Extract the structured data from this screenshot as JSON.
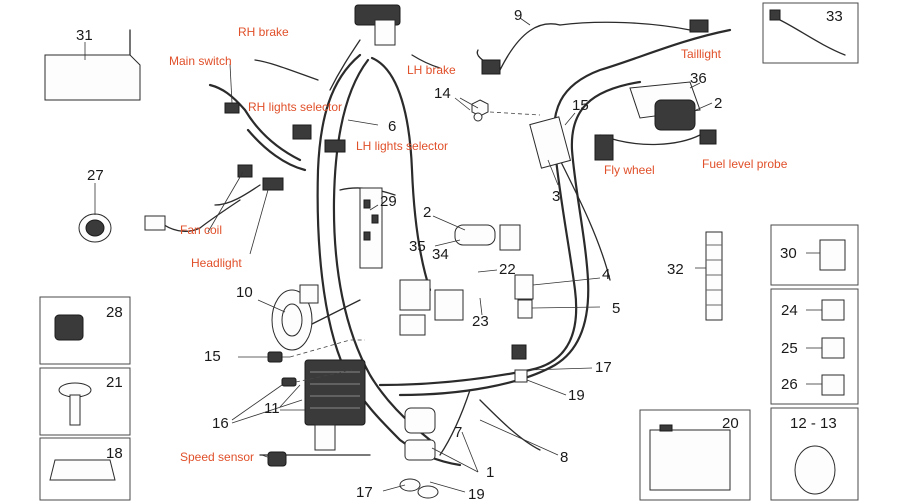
{
  "callouts": {
    "n1": "1",
    "n2a": "2",
    "n2b": "2",
    "n3": "3",
    "n4": "4",
    "n5": "5",
    "n6": "6",
    "n7": "7",
    "n8": "8",
    "n9": "9",
    "n10": "10",
    "n11": "11",
    "n14": "14",
    "n15a": "15",
    "n15b": "15",
    "n16": "16",
    "n17a": "17",
    "n17b": "17",
    "n18": "18",
    "n19a": "19",
    "n19b": "19",
    "n20": "20",
    "n21": "21",
    "n22": "22",
    "n23": "23",
    "n24": "24",
    "n25": "25",
    "n26": "26",
    "n27": "27",
    "n28": "28",
    "n29": "29",
    "n30": "30",
    "n31": "31",
    "n32": "32",
    "n33": "33",
    "n34": "34",
    "n35": "35",
    "n36": "36",
    "n1213": "12 - 13"
  },
  "labels": {
    "rh_brake": "RH brake",
    "main_switch": "Main switch",
    "lh_brake": "LH brake",
    "taillight": "Taillight",
    "rh_lights_selector": "RH lights selector",
    "lh_lights_selector": "LH lights selector",
    "fly_wheel": "Fly wheel",
    "fuel_level_probe": "Fuel level probe",
    "fan_coil": "Fan coil",
    "headlight": "Headlight",
    "speed_sensor": "Speed sensor"
  },
  "colors": {
    "label_text": "#e0502a",
    "line_art": "#2b2b2b"
  }
}
